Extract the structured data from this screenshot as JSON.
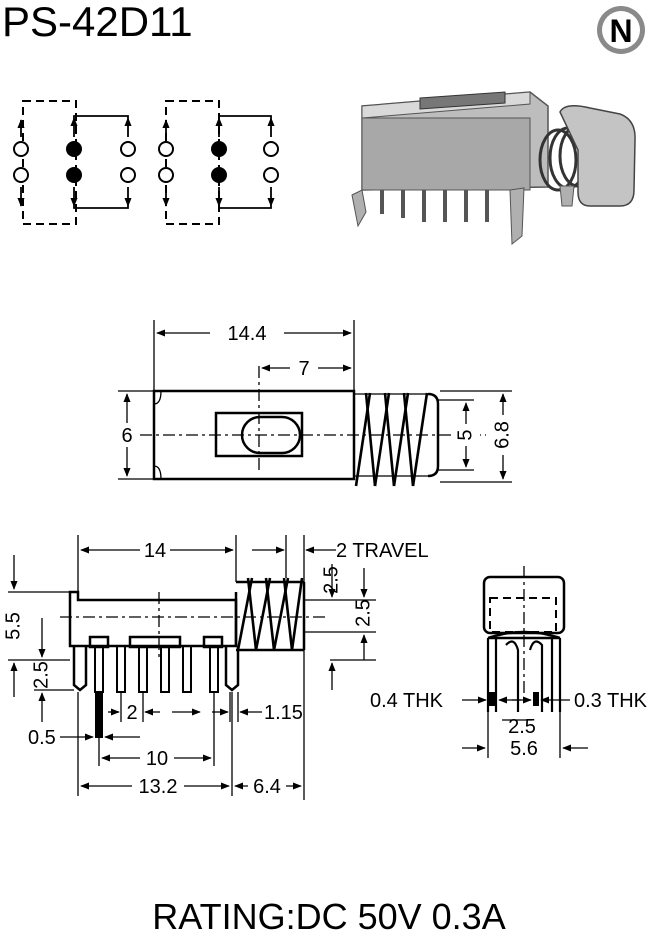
{
  "title": "PS-42D11",
  "brand_mark": "N",
  "rating": "RATING:DC 50V 0.3A",
  "top_view": {
    "length": "14.4",
    "button_offset": "7",
    "width": "6",
    "spring_width": "5",
    "spring_outer": "6.8"
  },
  "side_view": {
    "length": "14",
    "travel": "2 TRAVEL",
    "body_height": "5.5",
    "pin_length": "2.5",
    "spring_upper": "2.5",
    "spring_lower": "2.5",
    "pitch": "2",
    "spring_pin_offset": "1.15",
    "pin_thickness": "0.5",
    "pin_span": "10",
    "overall_span": "13.2",
    "spring_length": "6.4"
  },
  "end_view": {
    "thk_left": "0.4 THK",
    "thk_right": "0.3 THK",
    "pin_pitch": "2.5",
    "width": "5.6"
  }
}
